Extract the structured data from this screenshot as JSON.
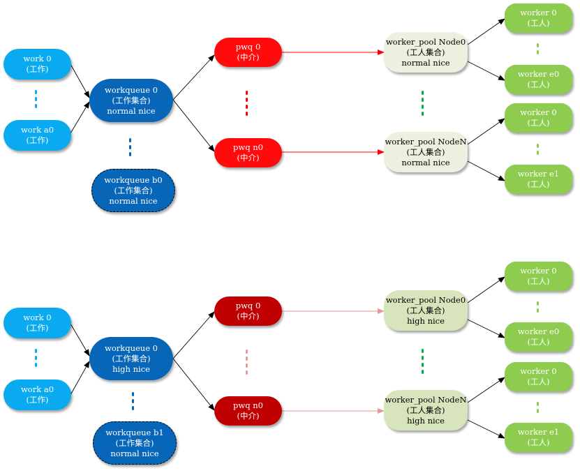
{
  "colors": {
    "work": "#0aaaf0",
    "workqueue": "#0866b8",
    "pwq_top": "#ff0b0b",
    "pwq_bottom": "#c00000",
    "pool_top": "#ebf1de",
    "pool_bottom": "#d8e4bc",
    "worker": "#8dcc4e",
    "arrow": "#000000",
    "arrow_red": "#ff0000",
    "arrow_pink": "#e39a9a",
    "dots_blue": "#0aaaf0",
    "dots_navy": "#0866b8",
    "dots_red": "#ff0000",
    "dots_pink": "#e39a9a",
    "dots_green": "#00b050",
    "dots_lime": "#8dcc4e"
  },
  "top": {
    "work_0": [
      "work 0",
      "(工作)"
    ],
    "work_a0": [
      "work a0",
      "(工作)"
    ],
    "workqueue_0": [
      "workqueue 0",
      "(工作集合)",
      "normal nice"
    ],
    "workqueue_b0": [
      "workqueue b0",
      "(工作集合)",
      "normal nice"
    ],
    "pwq_0": [
      "pwq 0",
      "(中介)"
    ],
    "pwq_n0": [
      "pwq n0",
      "(中介)"
    ],
    "pool_node0": [
      "worker_pool Node0",
      "(工人集合)",
      "normal nice"
    ],
    "pool_nodeN": [
      "worker_pool NodeN",
      "(工人集合)",
      "normal nice"
    ],
    "worker_0a": [
      "worker 0",
      "(工人)"
    ],
    "worker_e0": [
      "worker e0",
      "(工人)"
    ],
    "worker_0b": [
      "worker 0",
      "(工人)"
    ],
    "worker_e1": [
      "worker e1",
      "(工人)"
    ]
  },
  "bottom": {
    "work_0": [
      "work 0",
      "(工作)"
    ],
    "work_a0": [
      "work a0",
      "(工作)"
    ],
    "workqueue_0": [
      "workqueue 0",
      "(工作集合)",
      "high nice"
    ],
    "workqueue_b1": [
      "workqueue b1",
      "(工作集合)",
      "normal nice"
    ],
    "pwq_0": [
      "pwq 0",
      "(中介)"
    ],
    "pwq_n0": [
      "pwq n0",
      "(中介)"
    ],
    "pool_node0": [
      "worker_pool Node0",
      "(工人集合)",
      "high nice"
    ],
    "pool_nodeN": [
      "worker_pool NodeN",
      "(工人集合)",
      "high nice"
    ],
    "worker_0a": [
      "worker 0",
      "(工人)"
    ],
    "worker_e0": [
      "worker e0",
      "(工人)"
    ],
    "worker_0b": [
      "worker 0",
      "(工人)"
    ],
    "worker_e1": [
      "worker e1",
      "(工人)"
    ]
  }
}
